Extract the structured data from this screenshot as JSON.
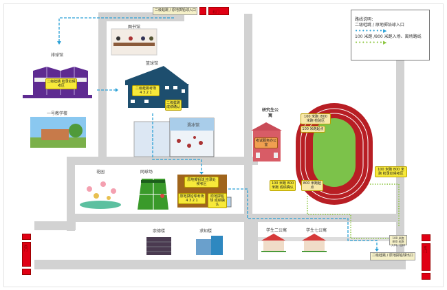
{
  "legend": {
    "title": "路线说明：",
    "blue_route": "二级蛙跳 / 原地掷铅球入口",
    "green_route": "100 米跑 /800 米跑入场、离场路线",
    "blue_color": "#2aa0d6",
    "green_color": "#8cc63f"
  },
  "gates": {
    "north": "北门",
    "west": "西门",
    "east": "东门"
  },
  "entrances": {
    "top": "二级蛙跳 / 原地掷铅球入口",
    "exit": "二级蛙跳 / 原地掷铅球出口",
    "track_gate": "100 米跑 800 米跑 入口、出口"
  },
  "buildings": {
    "volleyball": "排球馆",
    "library": "图书馆",
    "basketball": "篮球馆",
    "teaching1": "一号教学楼",
    "skating": "滑冰馆",
    "garden": "花园",
    "tennis": "网球场",
    "chongde": "崇德楼",
    "qiuzhi": "求知楼",
    "grad_apt": "研究生公寓",
    "apt2": "学生二公寓",
    "apt7": "学生七公寓",
    "exam_office": "考试服务办公室"
  },
  "zones": {
    "frog_waiting": "二级蛙跳 检录处候考区",
    "frog_exam": "二级蛙跳考场",
    "frog_lanes": "4 3 2 1",
    "frog_confirm": "二级蛙跳 成绩确认",
    "shot_waiting": "原地掷铅球 检录处候考区",
    "shot_exam": "原地掷铅球考场",
    "shot_lanes": "4 3 2 1",
    "shot_confirm": "原地掷铅球 成绩确认",
    "run_check": "100 米跑 /800 米跑 检验区",
    "run100_start": "100 米跑起点",
    "run800_start": "800 米跑起点",
    "run_confirm": "100 米跑 800 米跑 成绩确认",
    "run_waiting": "100 米跑 800 米跑 检录处候考区"
  }
}
